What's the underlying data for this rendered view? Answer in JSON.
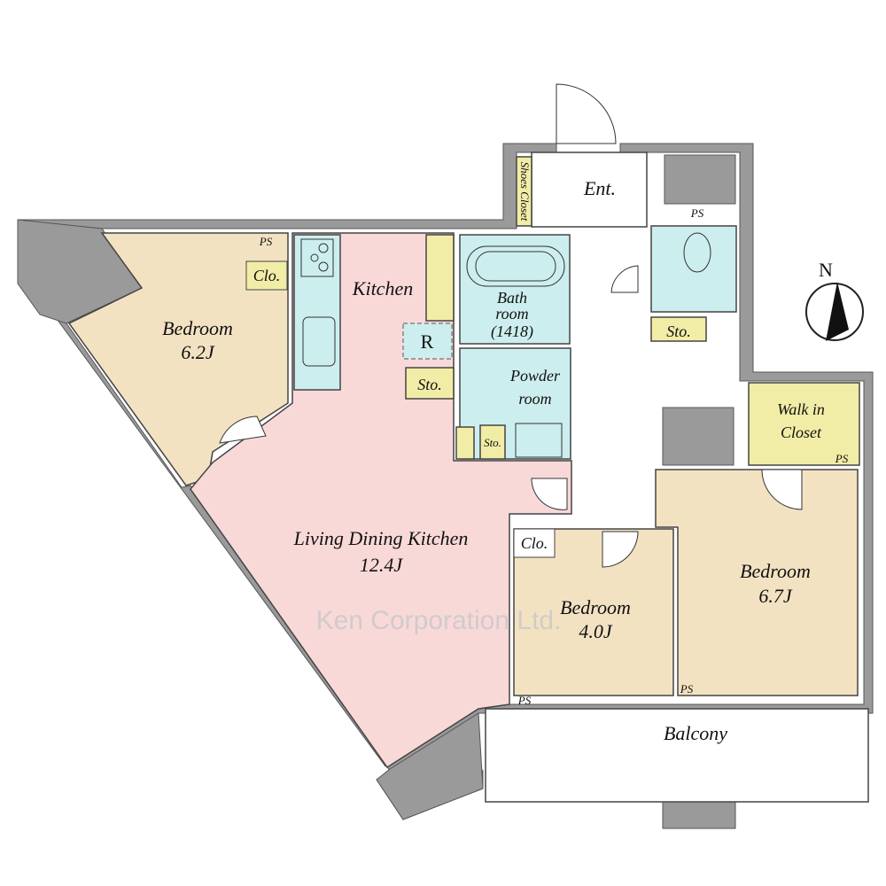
{
  "colors": {
    "bedroom": "#f3e2c2",
    "ldk": "#f8d9d8",
    "wet": "#cdeeee",
    "storage": "#f1eda6",
    "wall": "#9a9a9a"
  },
  "rooms": {
    "bedroom_left": {
      "name": "Bedroom",
      "size": "6.2J"
    },
    "ldk": {
      "name": "Living Dining Kitchen",
      "size": "12.4J"
    },
    "kitchen": "Kitchen",
    "bedroom_mid": {
      "name": "Bedroom",
      "size": "4.0J"
    },
    "bedroom_right": {
      "name": "Bedroom",
      "size": "6.7J"
    },
    "bath": [
      "Bath",
      "room",
      "(1418)"
    ],
    "powder": [
      "Powder",
      "room"
    ],
    "entrance": "Ent.",
    "shoes_closet": "Shoes Closet",
    "walk_in": [
      "Walk in",
      "Closet"
    ],
    "balcony": "Balcony",
    "refrigerator": "R"
  },
  "labels": {
    "clo": "Clo.",
    "sto": "Sto.",
    "ps": "PS",
    "north": "N"
  },
  "watermark": "Ken Corporation Ltd."
}
